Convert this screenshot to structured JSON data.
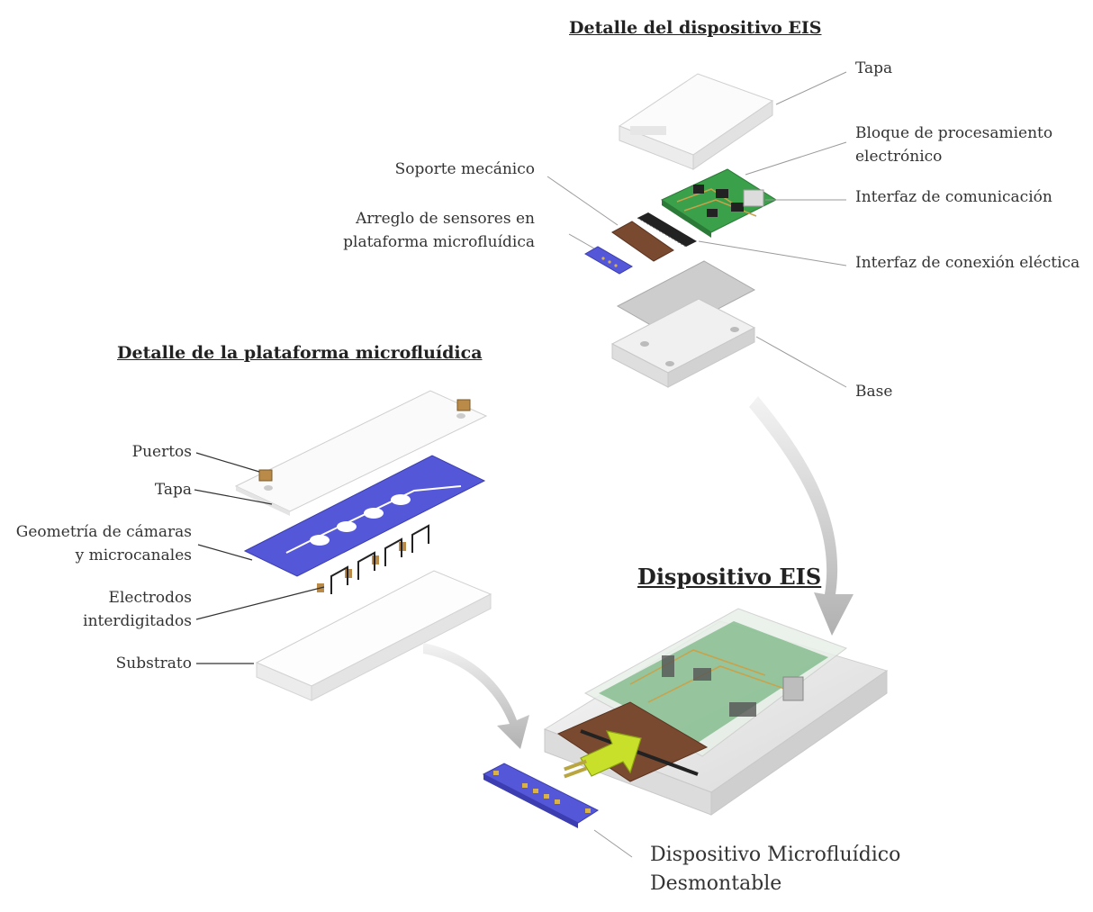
{
  "headings": {
    "eis_detail": "Detalle del dispositivo EIS",
    "microfluidic_detail": "Detalle de la plataforma microfluídica",
    "eis_device": "Dispositivo EIS"
  },
  "eis_labels": {
    "tapa": "Tapa",
    "bloque": "Bloque de procesamiento\nelectrónico",
    "interfaz_com": "Interfaz de comunicación",
    "soporte": "Soporte mecánico",
    "arreglo": "Arreglo de sensores en\nplataforma microfluídica",
    "interfaz_con": "Interfaz de conexión eléctica",
    "base": "Base"
  },
  "micro_labels": {
    "puertos": "Puertos",
    "tapa": "Tapa",
    "geometria": "Geometría de cámaras\ny microcanales",
    "electrodos": "Electrodos\ninterdigitados",
    "substrato": "Substrato"
  },
  "bottom_label": "Dispositivo Microfluídico\nDesmontable",
  "colors": {
    "blue_layer": "#5557d9",
    "pcb_green": "#3aa04a",
    "copper": "#7a4a30",
    "arrow_yellow": "#c8e02a",
    "gray_part": "#d8d8d8"
  }
}
